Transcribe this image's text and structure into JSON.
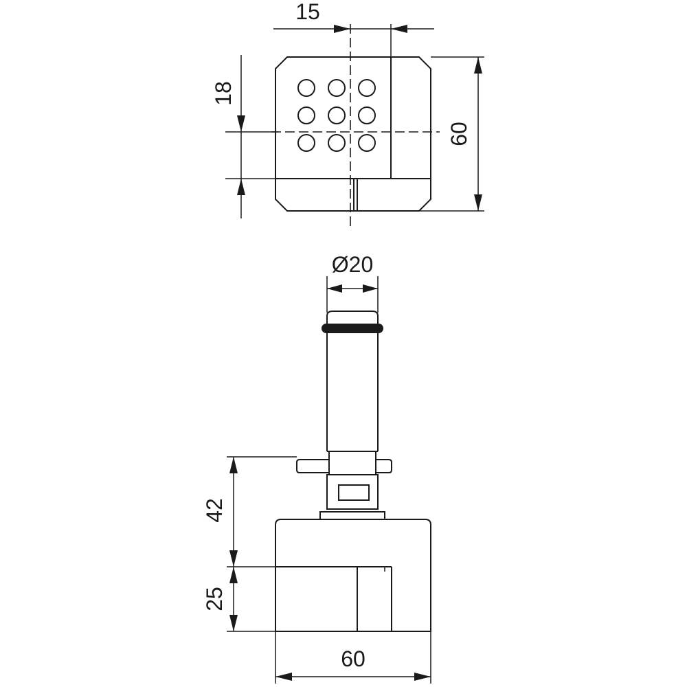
{
  "drawing": {
    "colors": {
      "line": "#1a1a1a",
      "background": "#ffffff"
    },
    "top_view": {
      "hole_grid": {
        "rows": 3,
        "cols": 3
      },
      "dimensions": {
        "width": "15",
        "height": "18",
        "side": "60"
      }
    },
    "side_view": {
      "dimensions": {
        "diameter": "Ø20",
        "upper_height": "42",
        "lower_height": "25",
        "base_width": "60"
      }
    }
  }
}
